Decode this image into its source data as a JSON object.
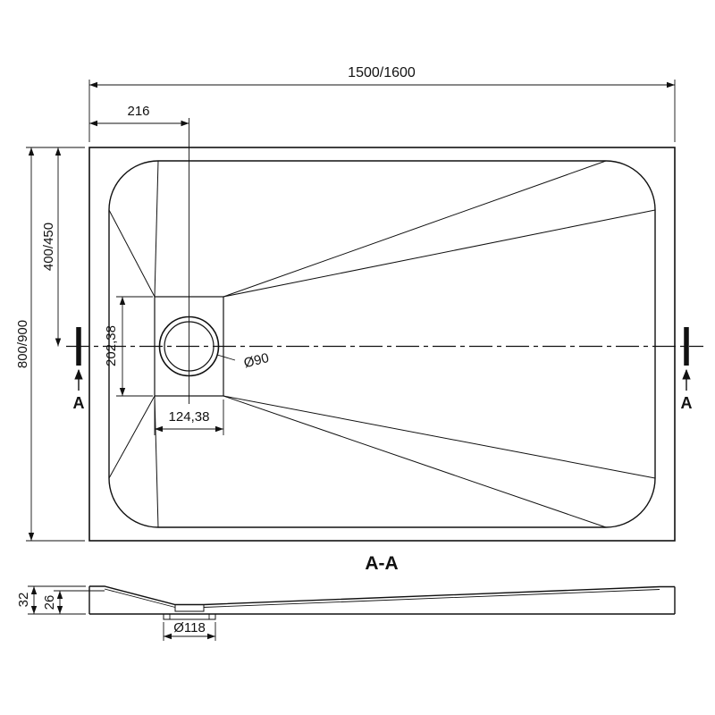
{
  "drawing": {
    "section_title": "A-A",
    "section_marker": "A"
  },
  "top_view": {
    "dims": {
      "overall_width": "1500/1600",
      "overall_height": "800/900",
      "drain_offset_x": "216",
      "drain_offset_y": "400/450",
      "drain_box_height": "202,38",
      "drain_box_width": "124,38",
      "drain_diameter": "Ø90"
    }
  },
  "section_view": {
    "dims": {
      "total_height": "32",
      "inner_depth": "26",
      "drain_diameter": "Ø118"
    }
  },
  "colors": {
    "line": "#111111",
    "background": "#ffffff"
  }
}
